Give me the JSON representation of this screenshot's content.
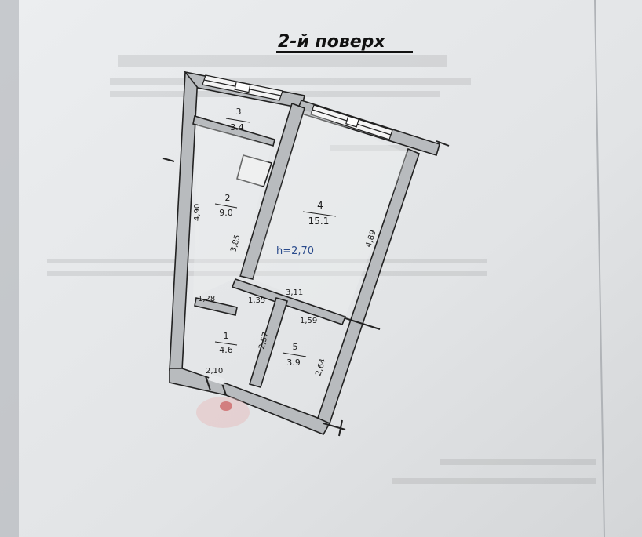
{
  "document": {
    "title": "2-й поверх",
    "ceiling_height": "h=2,70"
  },
  "rooms": [
    {
      "number": "1",
      "area": "4.6"
    },
    {
      "number": "2",
      "area": "9.0"
    },
    {
      "number": "3",
      "area": "3.4"
    },
    {
      "number": "4",
      "area": "15.1"
    },
    {
      "number": "5",
      "area": "3.9"
    }
  ],
  "dimensions": [
    "4,90",
    "3,85",
    "1,28",
    "1,35",
    "3,11",
    "4,89",
    "1,59",
    "2,57",
    "2,64",
    "2,10"
  ],
  "colors": {
    "wall_fill": "#b8bbbe",
    "wall_stroke": "#222222",
    "paper": "#e4e6e8",
    "annotation": "#2a4b8c"
  }
}
